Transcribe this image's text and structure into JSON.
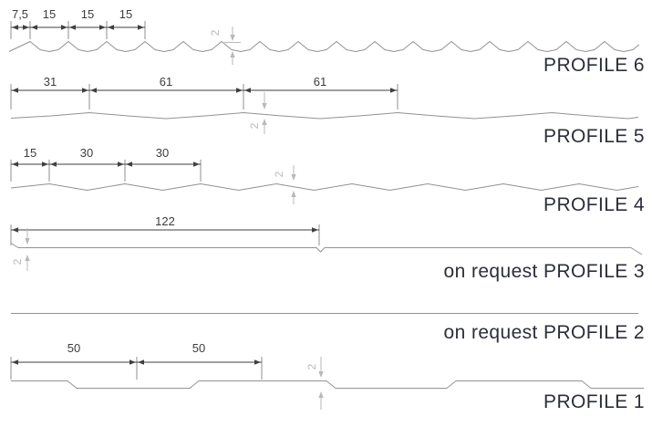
{
  "diagram": {
    "profiles": [
      {
        "name": "PROFILE 6",
        "label": "PROFILE 6",
        "pitch_dims": [
          "7,5",
          "15",
          "15",
          "15"
        ],
        "height_dim": "2",
        "shape": "sharp zigzag ribs"
      },
      {
        "name": "PROFILE 5",
        "label": "PROFILE 5",
        "pitch_dims": [
          "31",
          "61",
          "61"
        ],
        "height_dim": "2",
        "shape": "wide shallow wave"
      },
      {
        "name": "PROFILE 4",
        "label": "PROFILE 4",
        "pitch_dims": [
          "15",
          "30",
          "30"
        ],
        "height_dim": "2",
        "shape": "shallow zigzag wave"
      },
      {
        "name": "PROFILE 3",
        "label": "on request PROFILE 3",
        "pitch_dims": [
          "122"
        ],
        "height_dim": "2",
        "shape": "flat panel with seam notch"
      },
      {
        "name": "PROFILE 2",
        "label": "on request PROFILE 2",
        "pitch_dims": [],
        "shape": "flat panel"
      },
      {
        "name": "PROFILE 1",
        "label": "PROFILE 1",
        "pitch_dims": [
          "50",
          "50"
        ],
        "height_dim": "2",
        "shape": "alternating wide trapezoid channels"
      }
    ],
    "colors": {
      "background": "#ffffff",
      "label_text": "#2c2f3a",
      "dim_text": "#3d3d3d",
      "dim_line": "#3f3f3f",
      "extension_tick": "#8f8f8f",
      "height_dim": "#b9b9b9",
      "profile_line": "#929292"
    }
  }
}
